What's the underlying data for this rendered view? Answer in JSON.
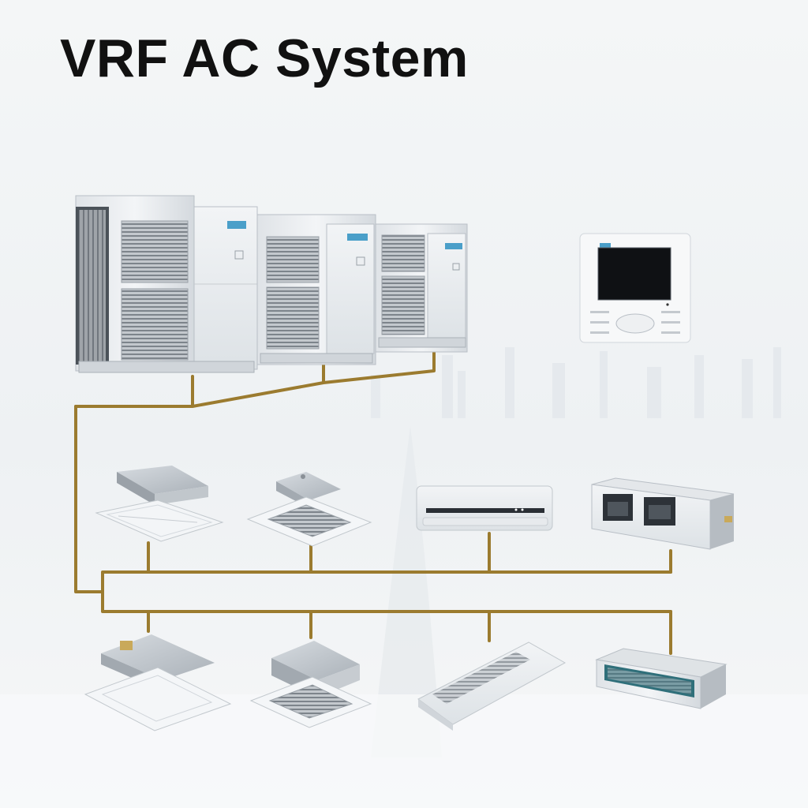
{
  "title": "VRF AC System",
  "colors": {
    "pipe": "#9b7b2f",
    "background": "#f7f9fa",
    "unit_body": "#e9ecef",
    "unit_shadow": "#b9bfc6",
    "louver": "#8a9097",
    "logo": "#4a9fc9"
  },
  "outdoor_unit": {
    "name": "outdoor-unit-array",
    "icon": "vrf-outdoor-condenser-icon",
    "modules": 3
  },
  "controller": {
    "name": "wired-controller",
    "icon": "touchscreen-remote-icon"
  },
  "indoor_units": [
    {
      "name": "one-way-cassette-unit",
      "icon": "one-way-cassette-icon",
      "row": "upper"
    },
    {
      "name": "four-way-cassette-unit",
      "icon": "four-way-cassette-icon",
      "row": "upper"
    },
    {
      "name": "wall-mounted-unit",
      "icon": "wall-split-icon",
      "row": "upper"
    },
    {
      "name": "high-static-duct-unit",
      "icon": "high-static-duct-icon",
      "row": "upper"
    },
    {
      "name": "compact-cassette-unit",
      "icon": "compact-cassette-icon",
      "row": "lower"
    },
    {
      "name": "mini-four-way-cassette-unit",
      "icon": "mini-four-way-cassette-icon",
      "row": "lower"
    },
    {
      "name": "ceiling-floor-unit",
      "icon": "ceiling-floor-icon",
      "row": "lower"
    },
    {
      "name": "slim-duct-unit",
      "icon": "slim-duct-icon",
      "row": "lower"
    }
  ]
}
